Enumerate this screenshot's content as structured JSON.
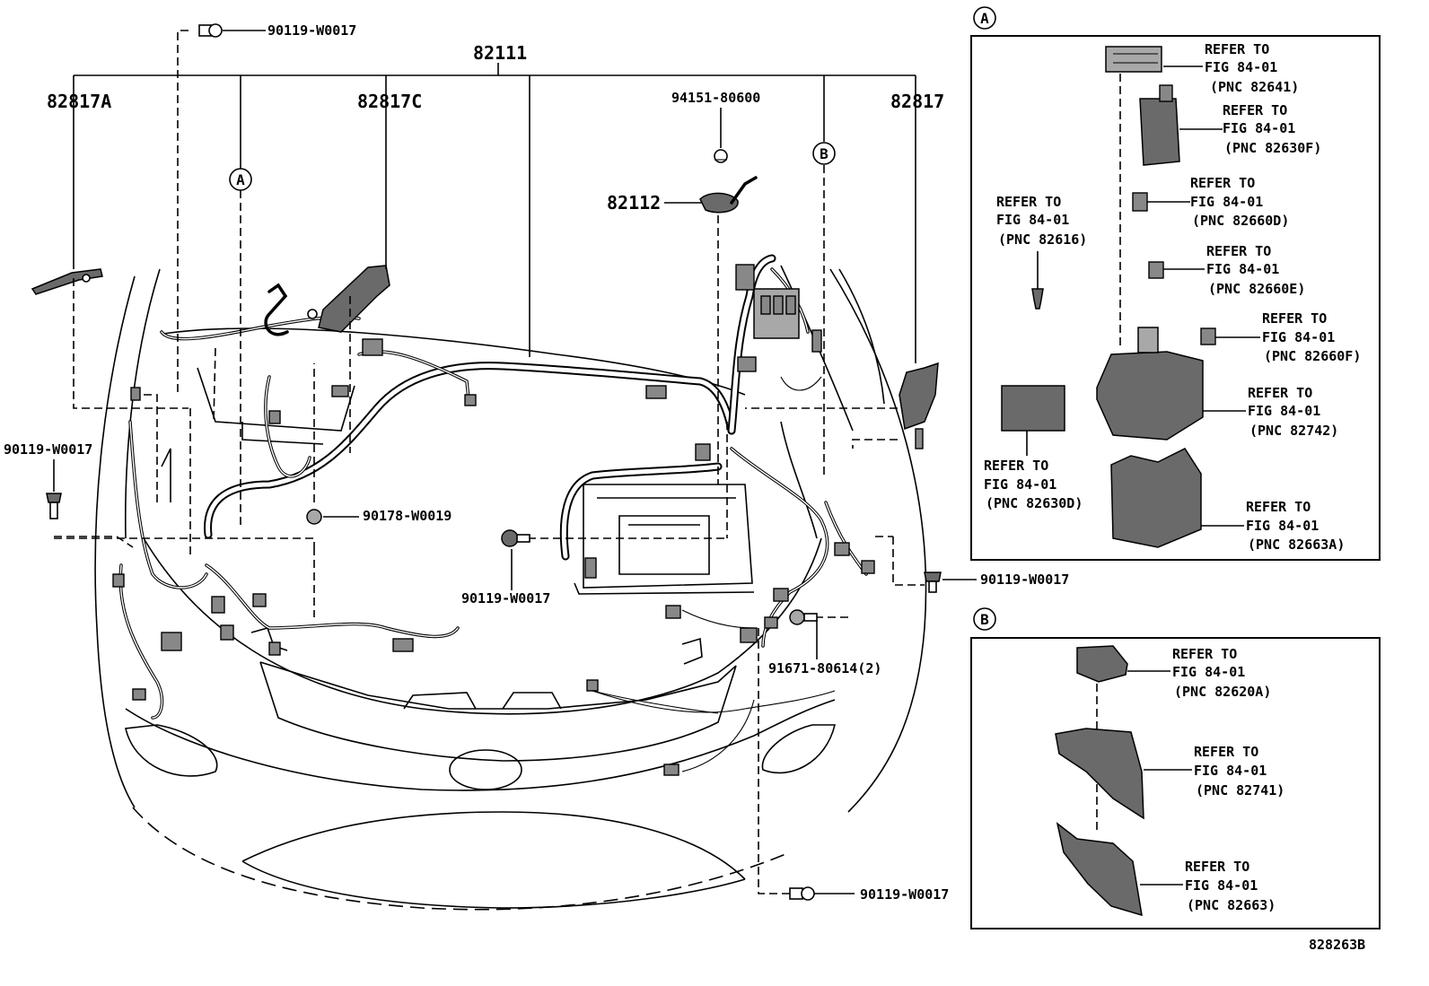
{
  "callouts": {
    "main_harness": "82111",
    "sub_82817A": "82817A",
    "sub_82817C": "82817C",
    "sub_82817": "82817",
    "clip_94151": "94151-80600",
    "sub_82112": "82112",
    "bolt_top": "90119-W0017",
    "bolt_left": "90119-W0017",
    "nut_90178": "90178-W0019",
    "bolt_center": "90119-W0017",
    "bolt_right": "90119-W0017",
    "bolt_91671": "91671-80614(2)",
    "bolt_bottom": "90119-W0017"
  },
  "markers": {
    "a": "A",
    "b": "B"
  },
  "ref_standalone": {
    "l1": "REFER TO",
    "l2": "FIG 84-01",
    "l3": "(PNC 82616)"
  },
  "inset_a": {
    "marker": "A",
    "refs": [
      {
        "l1": "REFER TO",
        "l2": "FIG 84-01",
        "l3": "(PNC 82641)"
      },
      {
        "l1": "REFER TO",
        "l2": "FIG 84-01",
        "l3": "(PNC 82630F)"
      },
      {
        "l1": "REFER TO",
        "l2": "FIG 84-01",
        "l3": "(PNC 82660D)"
      },
      {
        "l1": "REFER TO",
        "l2": "FIG 84-01",
        "l3": "(PNC 82660E)"
      },
      {
        "l1": "REFER TO",
        "l2": "FIG 84-01",
        "l3": "(PNC 82660F)"
      },
      {
        "l1": "REFER TO",
        "l2": "FIG 84-01",
        "l3": "(PNC 82742)"
      },
      {
        "l1": "REFER TO",
        "l2": "FIG 84-01",
        "l3": "(PNC 82630D)"
      },
      {
        "l1": "REFER TO",
        "l2": "FIG 84-01",
        "l3": "(PNC 82663A)"
      }
    ]
  },
  "inset_b": {
    "marker": "B",
    "refs": [
      {
        "l1": "REFER TO",
        "l2": "FIG 84-01",
        "l3": "(PNC 82620A)"
      },
      {
        "l1": "REFER TO",
        "l2": "FIG 84-01",
        "l3": "(PNC 82741)"
      },
      {
        "l1": "REFER TO",
        "l2": "FIG 84-01",
        "l3": "(PNC 82663)"
      }
    ]
  },
  "figure_id": "828263B"
}
